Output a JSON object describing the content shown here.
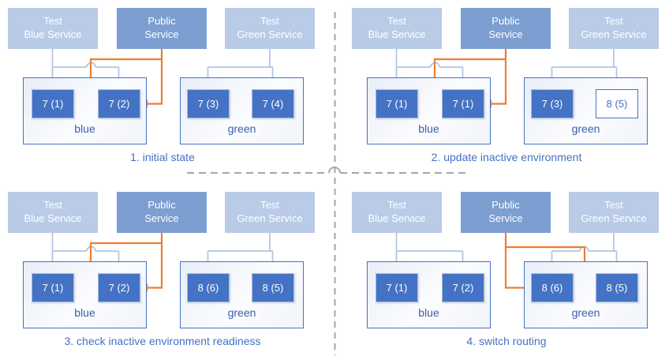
{
  "colors": {
    "light-blue": "#b9cbe6",
    "medium-blue": "#7c9ed1",
    "pod-blue": "#4472c4",
    "orange": "#ed7d31",
    "arrow-light": "#aec4e5",
    "caption-blue": "#4472c4",
    "env-border": "#4472c4",
    "env-label": "#3b5ea9",
    "divider-gray": "#a6a6a6"
  },
  "panels": [
    {
      "caption": "1. initial state",
      "public_routes_to": "blue",
      "services": [
        {
          "line1": "Test",
          "line2": "Blue Service"
        },
        {
          "line1": "Public",
          "line2": "Service"
        },
        {
          "line1": "Test",
          "line2": "Green Service"
        }
      ],
      "blue_env": {
        "label": "blue",
        "pods": [
          {
            "label": "7 (1)",
            "style": "filled"
          },
          {
            "label": "7 (2)",
            "style": "filled"
          }
        ]
      },
      "green_env": {
        "label": "green",
        "pods": [
          {
            "label": "7 (3)",
            "style": "filled"
          },
          {
            "label": "7 (4)",
            "style": "filled"
          }
        ]
      }
    },
    {
      "caption": "2. update inactive environment",
      "public_routes_to": "blue",
      "services": [
        {
          "line1": "Test",
          "line2": "Blue Service"
        },
        {
          "line1": "Public",
          "line2": "Service"
        },
        {
          "line1": "Test",
          "line2": "Green Service"
        }
      ],
      "blue_env": {
        "label": "blue",
        "pods": [
          {
            "label": "7 (1)",
            "style": "filled"
          },
          {
            "label": "7 (1)",
            "style": "filled"
          }
        ]
      },
      "green_env": {
        "label": "green",
        "pods": [
          {
            "label": "7 (3)",
            "style": "filled"
          },
          {
            "label": "8 (5)",
            "style": "outline"
          }
        ]
      }
    },
    {
      "caption": "3. check inactive environment readiness",
      "public_routes_to": "blue",
      "services": [
        {
          "line1": "Test",
          "line2": "Blue Service"
        },
        {
          "line1": "Public",
          "line2": "Service"
        },
        {
          "line1": "Test",
          "line2": "Green Service"
        }
      ],
      "blue_env": {
        "label": "blue",
        "pods": [
          {
            "label": "7 (1)",
            "style": "filled"
          },
          {
            "label": "7 (2)",
            "style": "filled"
          }
        ]
      },
      "green_env": {
        "label": "green",
        "pods": [
          {
            "label": "8 (6)",
            "style": "filled"
          },
          {
            "label": "8 (5)",
            "style": "filled"
          }
        ]
      }
    },
    {
      "caption": "4. switch routing",
      "public_routes_to": "green",
      "services": [
        {
          "line1": "Test",
          "line2": "Blue Service"
        },
        {
          "line1": "Public",
          "line2": "Service"
        },
        {
          "line1": "Test",
          "line2": "Green Service"
        }
      ],
      "blue_env": {
        "label": "blue",
        "pods": [
          {
            "label": "7 (1)",
            "style": "filled"
          },
          {
            "label": "7 (2)",
            "style": "filled"
          }
        ]
      },
      "green_env": {
        "label": "green",
        "pods": [
          {
            "label": "8 (6)",
            "style": "filled"
          },
          {
            "label": "8 (5)",
            "style": "filled"
          }
        ]
      }
    }
  ]
}
